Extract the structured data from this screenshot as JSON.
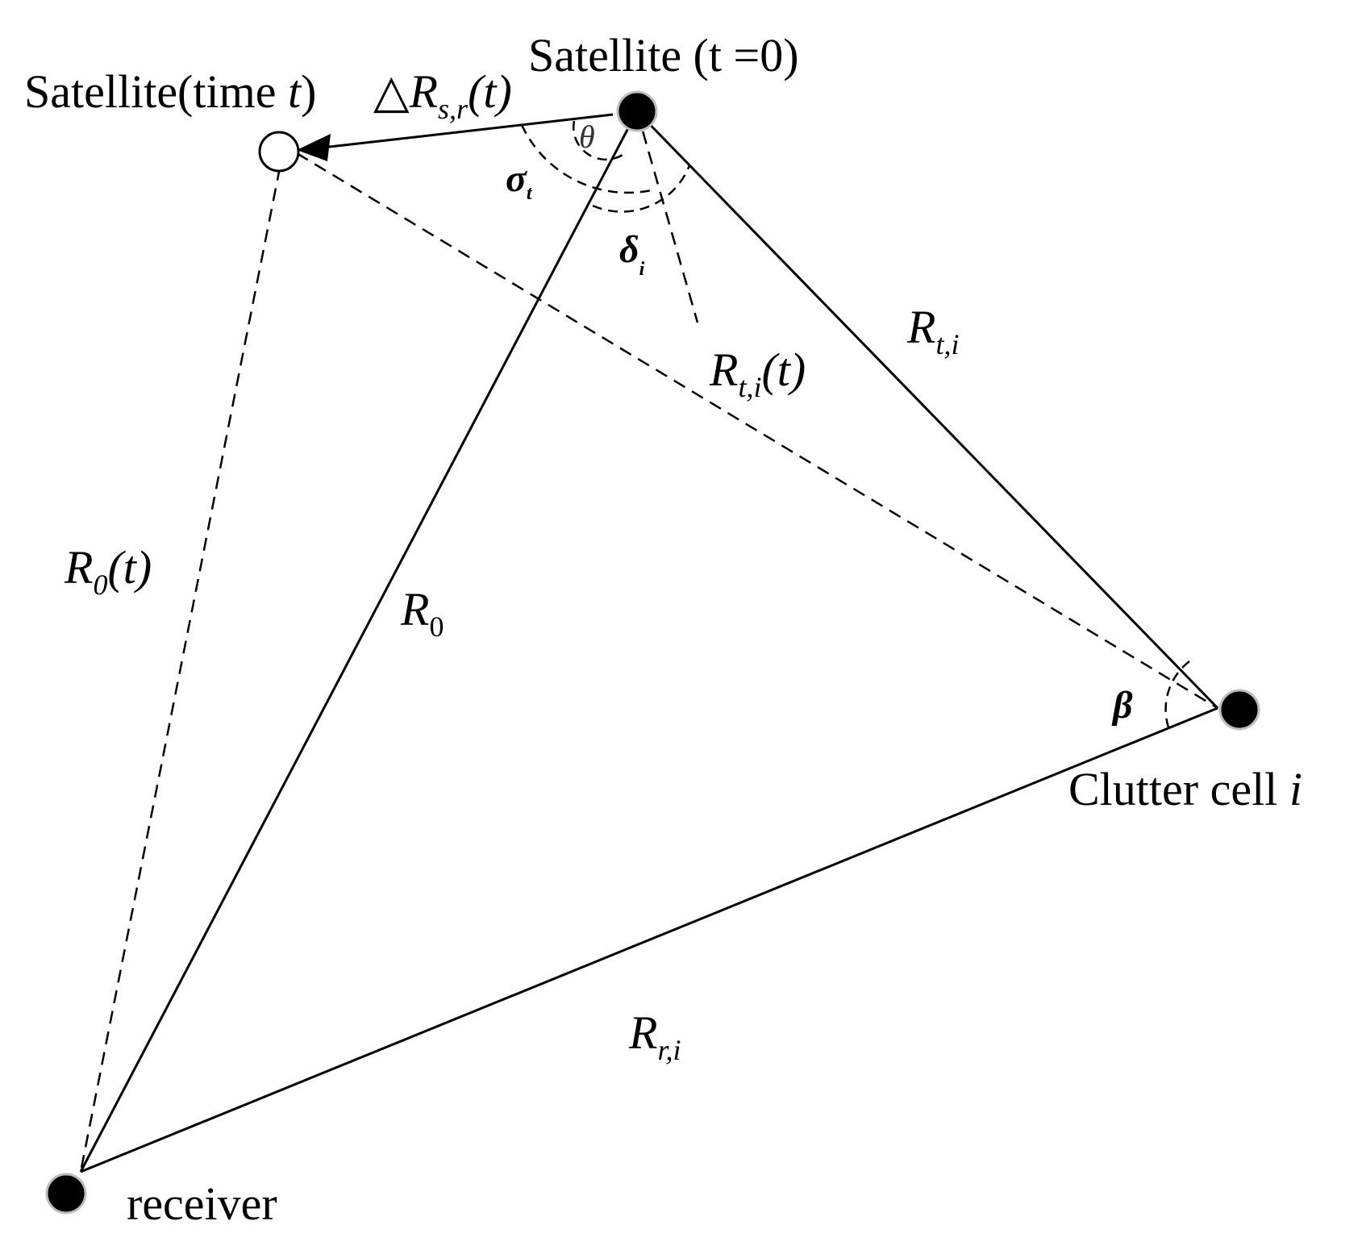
{
  "labels": {
    "satellite_t0": "Satellite (t =0)",
    "satellite_time_t_prefix": "Satellite(time ",
    "satellite_time_t_var": "t",
    "satellite_time_t_suffix": ")",
    "delta_symbol": "△R",
    "delta_sub": "s,r",
    "delta_arg": "(t)",
    "theta": "θ",
    "sigma": "σ",
    "sigma_sub": "t",
    "delta_i": "δ",
    "delta_i_sub": "i",
    "R_ti": "R",
    "R_ti_sub": "t,i",
    "R_ti_t": "R",
    "R_ti_t_sub": "t,i",
    "R_ti_t_arg": "(t)",
    "R0_t": "R",
    "R0_t_sub": "0",
    "R0_t_arg": "(t)",
    "R0": "R",
    "R0_sub": "0",
    "beta": "β",
    "clutter_cell_prefix": "Clutter cell ",
    "clutter_cell_var": "i",
    "R_ri": "R",
    "R_ri_sub": "r,i",
    "receiver": "receiver"
  },
  "colors": {
    "ink": "#000000",
    "node_fill": "#000000",
    "node_ring": "#bdbdbd",
    "open_node_fill": "#ffffff"
  }
}
